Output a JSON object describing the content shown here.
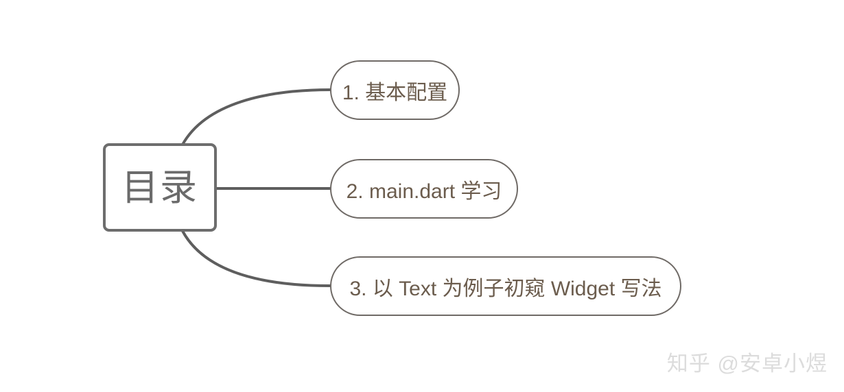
{
  "diagram": {
    "type": "mind-map",
    "root": {
      "label": "目录",
      "text_color": "#6b6b6b",
      "border_color": "#6d6d6d"
    },
    "branches": [
      {
        "index": "1",
        "label": "1. 基本配置",
        "text_color": "#6b5c4d",
        "border_color": "#6f6a66",
        "connector": "curve-up"
      },
      {
        "index": "2",
        "label": "2. main.dart 学习",
        "text_color": "#6b5c4d",
        "border_color": "#6f6a66",
        "connector": "straight"
      },
      {
        "index": "3",
        "label": "3. 以 Text 为例子初窥 Widget 写法",
        "text_color": "#6b5c4d",
        "border_color": "#6f6a66",
        "connector": "curve-down"
      }
    ],
    "connector_color": "#5e5e5e",
    "background_color": "#ffffff"
  },
  "watermark": {
    "text": "知乎 @安卓小煜",
    "color": "#dcdcdc"
  }
}
